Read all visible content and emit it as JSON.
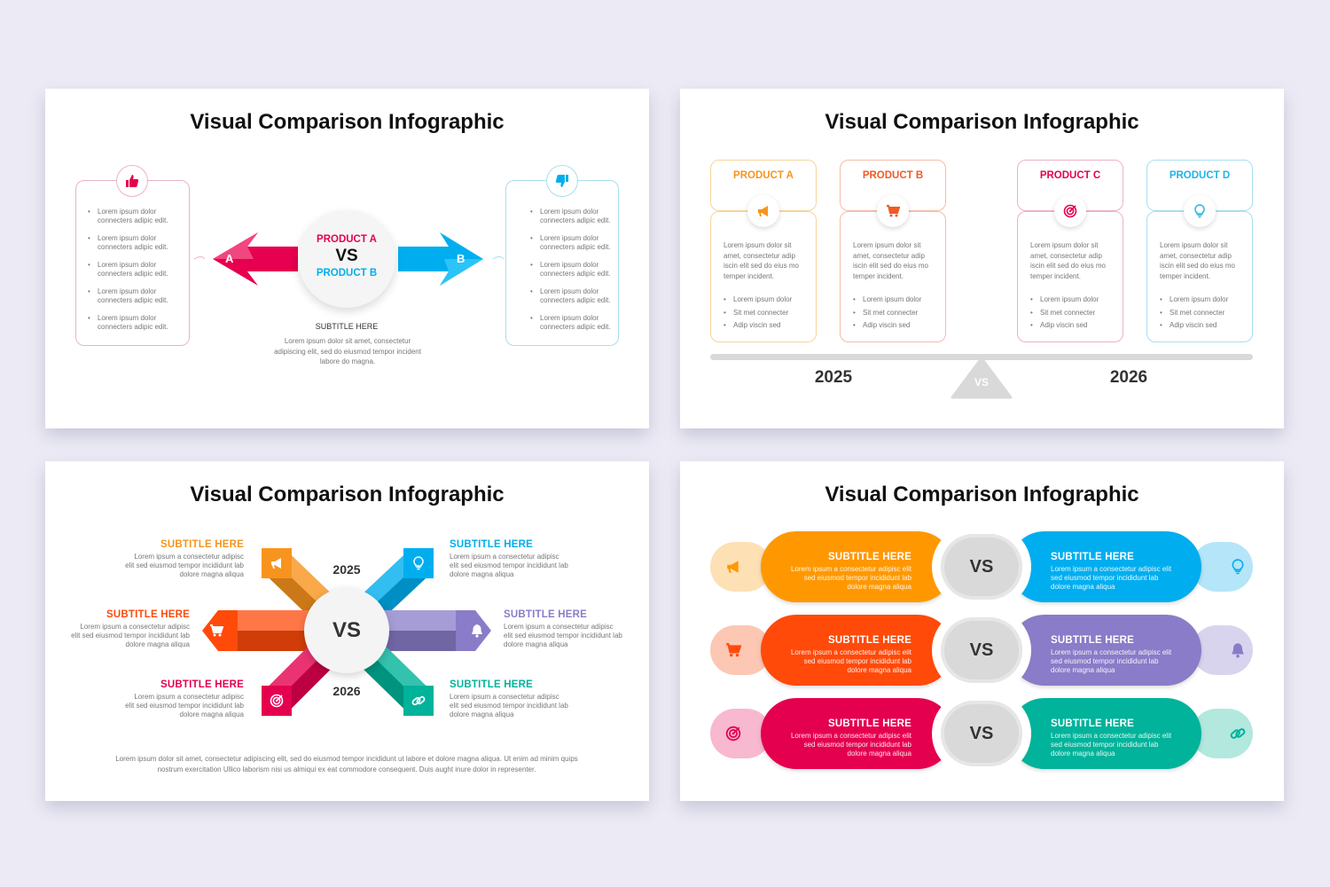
{
  "colors": {
    "pink": "#e6004f",
    "blue": "#00aeef",
    "orange": "#f7941d",
    "redorange": "#ff4a0a",
    "magenta": "#e5004f",
    "purple": "#8a7cc8",
    "teal": "#00b39a",
    "grey": "#d9d9d9"
  },
  "slide1": {
    "title": "Visual Comparison Infographic",
    "left_icon": "thumbs-up",
    "right_icon": "thumbs-down",
    "left_items": [
      "Lorem ipsum dolor connecters adipic edit.",
      "Lorem ipsum dolor connecters adipic edit.",
      "Lorem ipsum dolor connecters adipic edit.",
      "Lorem ipsum dolor connecters adipic edit.",
      "Lorem ipsum dolor connecters adipic edit."
    ],
    "right_items": [
      "Lorem ipsum dolor connecters adipic edit.",
      "Lorem ipsum dolor connecters adipic edit.",
      "Lorem ipsum dolor connecters adipic edit.",
      "Lorem ipsum dolor connecters adipic edit.",
      "Lorem ipsum dolor connecters adipic edit."
    ],
    "product_a": "PRODUCT A",
    "vs": "VS",
    "product_b": "PRODUCT B",
    "arrow_a": "A",
    "arrow_b": "B",
    "subtitle": "SUBTITLE HERE",
    "body": "Lorem ipsum dolor sit amet, consectetur adipiscing elit, sed do eiusmod tempor incident labore do magna."
  },
  "slide2": {
    "title": "Visual Comparison Infographic",
    "cards": [
      {
        "name": "PRODUCT A",
        "color": "#f7941d",
        "border": "#f8d49a",
        "icon": "megaphone",
        "text": "Lorem ipsum dolor sit amet, consectetur adip iscin elit sed do eius mo temper incident.",
        "bullets": [
          "Lorem ipsum dolor",
          "Sit met connecter",
          "Adip viscin sed"
        ]
      },
      {
        "name": "PRODUCT B",
        "color": "#f15a24",
        "border": "#f4bca5",
        "icon": "cart",
        "text": "Lorem ipsum dolor sit amet, consectetur adip iscin elit sed do eius mo temper incident.",
        "bullets": [
          "Lorem ipsum dolor",
          "Sit met connecter",
          "Adip viscin sed"
        ]
      },
      {
        "name": "PRODUCT C",
        "color": "#e5004f",
        "border": "#eeb0c5",
        "icon": "target",
        "text": "Lorem ipsum dolor sit amet, consectetur adip iscin elit sed do eius mo temper incident.",
        "bullets": [
          "Lorem ipsum dolor",
          "Sit met connecter",
          "Adip viscin sed"
        ]
      },
      {
        "name": "PRODUCT D",
        "color": "#1fb3e6",
        "border": "#a8dff0",
        "icon": "bulb",
        "text": "Lorem ipsum dolor sit amet, consectetur adip iscin elit sed do eius mo temper incident.",
        "bullets": [
          "Lorem ipsum dolor",
          "Sit met connecter",
          "Adip viscin sed"
        ]
      }
    ],
    "year_left": "2025",
    "year_right": "2026",
    "vs": "VS"
  },
  "slide3": {
    "title": "Visual Comparison Infographic",
    "year_top": "2025",
    "year_bottom": "2026",
    "vs": "VS",
    "items": [
      {
        "pos": "upper-left",
        "subtitle": "SUBTITLE HERE",
        "color": "#f7941d",
        "icon": "megaphone",
        "text": "Lorem ipsum a consectetur adipisc elit sed eiusmod tempor incididunt lab dolore magna aliqua"
      },
      {
        "pos": "left",
        "subtitle": "SUBTITLE HERE",
        "color": "#ff4a0a",
        "icon": "cart",
        "text": "Lorem ipsum a consectetur adipisc elit sed eiusmod tempor incididunt lab dolore magna aliqua"
      },
      {
        "pos": "lower-left",
        "subtitle": "SUBTITLE HERE",
        "color": "#e5004f",
        "icon": "target",
        "text": "Lorem ipsum a consectetur adipisc elit sed eiusmod tempor incididunt lab dolore magna aliqua"
      },
      {
        "pos": "upper-right",
        "subtitle": "SUBTITLE HERE",
        "color": "#00aeef",
        "icon": "bulb",
        "text": "Lorem ipsum a consectetur adipisc elit sed eiusmod tempor incididunt lab dolore magna aliqua"
      },
      {
        "pos": "right",
        "subtitle": "SUBTITLE HERE",
        "color": "#8a7cc8",
        "icon": "bell",
        "text": "Lorem ipsum a consectetur adipisc elit sed eiusmod tempor incididunt lab dolore magna aliqua"
      },
      {
        "pos": "lower-right",
        "subtitle": "SUBTITLE HERE",
        "color": "#00b39a",
        "icon": "link",
        "text": "Lorem ipsum a consectetur adipisc elit sed eiusmod tempor incididunt lab dolore magna aliqua"
      }
    ],
    "footer": "Lorem ipsum dolor sit amet, consectetur adipiscing elit, sed do eiusmod tempor incididunt ut labore et dolore magna aliqua. Ut enim ad minim quips nostrum exercitation Ullico laborism nisi us almiqui ex eat commodore consequent. Duis aught inure dolor in representer."
  },
  "slide4": {
    "title": "Visual Comparison Infographic",
    "rows": [
      {
        "vs": "VS",
        "left": {
          "subtitle": "SUBTITLE HERE",
          "text": "Lorem ipsum a consectetur adipisc elit sed eiusmod tempor incididunt lab dolore magna aliqua",
          "color": "#ff9800",
          "tab": "#fde0b4",
          "icon": "megaphone"
        },
        "right": {
          "subtitle": "SUBTITLE HERE",
          "text": "Lorem ipsum a consectetur adipisc elit sed eiusmod tempor incididunt lab dolore magna aliqua",
          "color": "#00aeef",
          "tab": "#b5e5f8",
          "icon": "bulb"
        }
      },
      {
        "vs": "VS",
        "left": {
          "subtitle": "SUBTITLE HERE",
          "text": "Lorem ipsum a consectetur adipisc elit sed eiusmod tempor incididunt lab dolore magna aliqua",
          "color": "#ff4a0a",
          "tab": "#fcc7b3",
          "icon": "cart"
        },
        "right": {
          "subtitle": "SUBTITLE HERE",
          "text": "Lorem ipsum a consectetur adipisc elit sed eiusmod tempor incididunt lab dolore magna aliqua",
          "color": "#8a7cc8",
          "tab": "#d9d4ee",
          "icon": "bell"
        }
      },
      {
        "vs": "VS",
        "left": {
          "subtitle": "SUBTITLE HERE",
          "text": "Lorem ipsum a consectetur adipisc elit sed eiusmod tempor incididunt lab dolore magna aliqua",
          "color": "#e5004f",
          "tab": "#f8b8cf",
          "icon": "target"
        },
        "right": {
          "subtitle": "SUBTITLE HERE",
          "text": "Lorem ipsum a consectetur adipisc elit sed eiusmod tempor incididunt lab dolore magna aliqua",
          "color": "#00b39a",
          "tab": "#b3e8de",
          "icon": "link"
        }
      }
    ]
  }
}
